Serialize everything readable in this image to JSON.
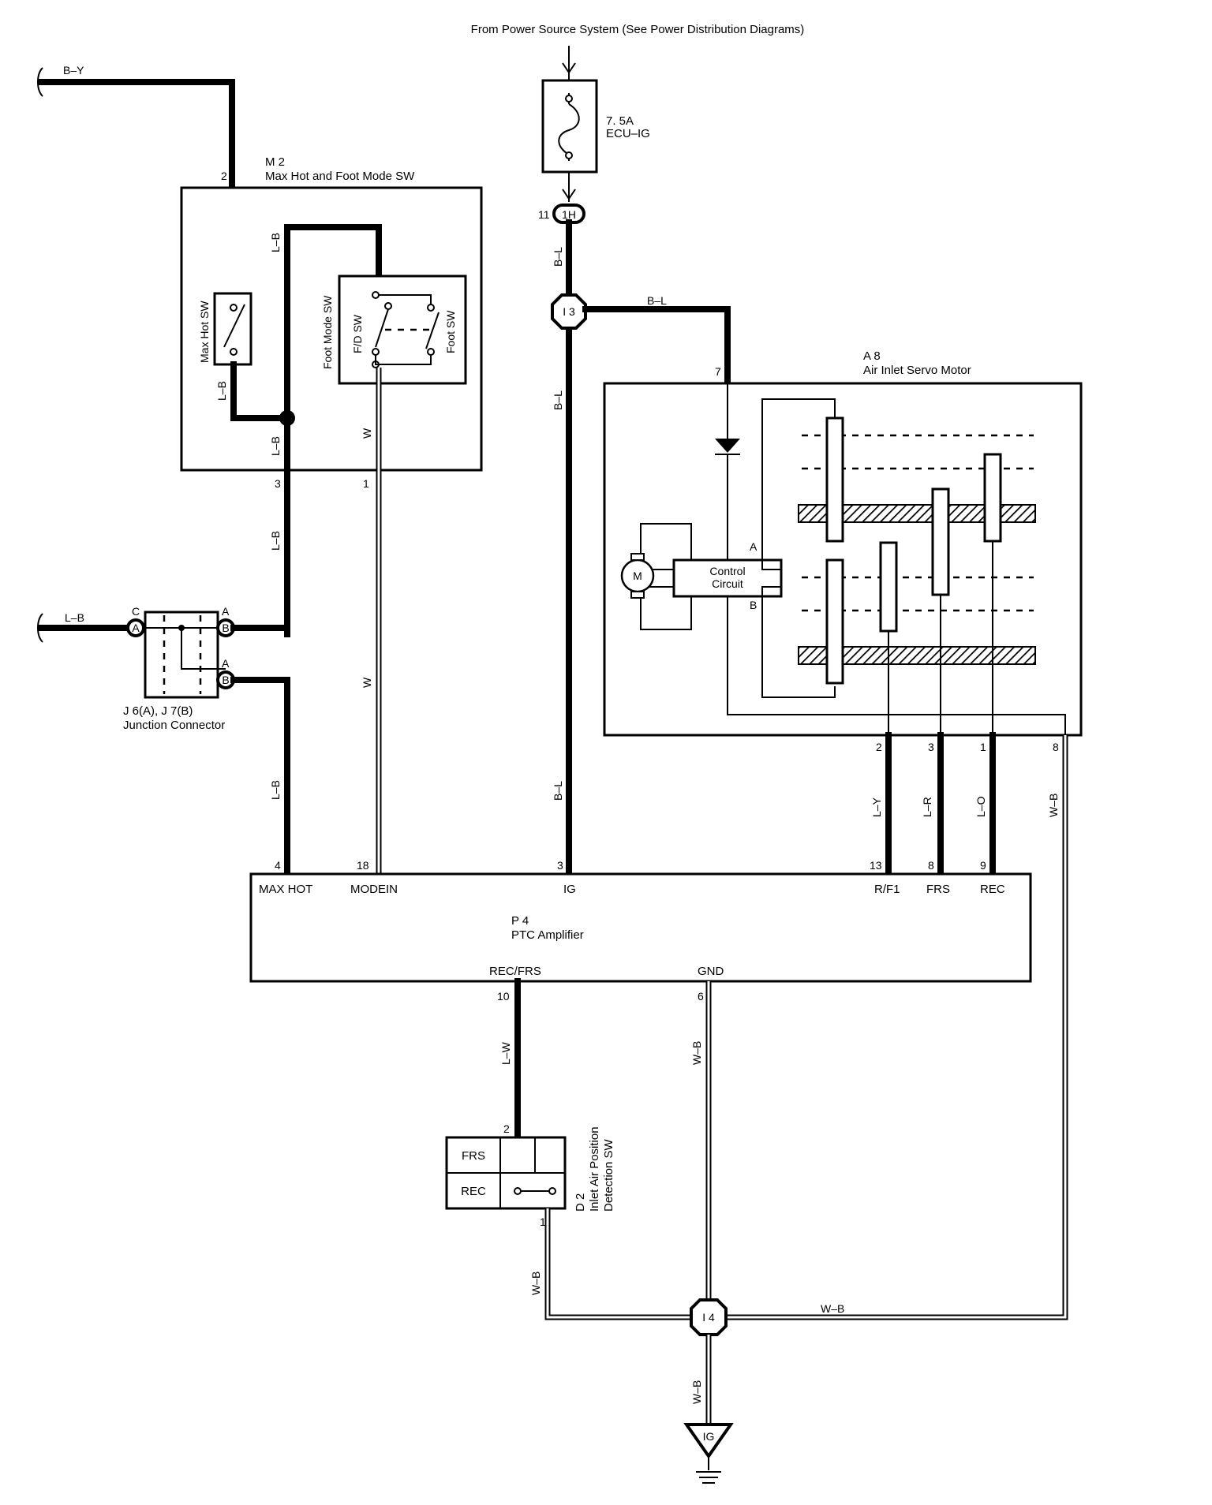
{
  "header": {
    "power_source": "From Power Source System (See Power Distribution Diagrams)"
  },
  "fuse": {
    "rating": "7. 5A",
    "name": "ECU–IG"
  },
  "wires": {
    "b_y": "B–Y",
    "b_l": "B–L",
    "l_b": "L–B",
    "w": "W",
    "l_y": "L–Y",
    "l_r": "L–R",
    "l_o": "L–O",
    "w_b": "W–B",
    "l_w": "L–W"
  },
  "m2": {
    "code": "M 2",
    "name": "Max Hot and Foot Mode SW",
    "max_hot_sw": "Max Hot SW",
    "foot_mode_sw": "Foot Mode SW",
    "fd_sw": "F/D SW",
    "foot_sw": "Foot SW",
    "pins": {
      "p2": "2",
      "p3": "3",
      "p1": "1"
    }
  },
  "connector_1h": {
    "pin": "11",
    "label": "1H"
  },
  "junction_i3": "I 3",
  "junction_i4": "I 4",
  "ground": "IG",
  "a8": {
    "pin_top": "7",
    "code": "A 8",
    "name": "Air Inlet Servo Motor",
    "motor": "M",
    "control_circuit_1": "Control",
    "control_circuit_2": "Circuit",
    "terminal_a": "A",
    "terminal_b": "B",
    "pins": {
      "p2": "2",
      "p3": "3",
      "p1": "1",
      "p8": "8"
    }
  },
  "j6j7": {
    "name_1": "J 6(A), J 7(B)",
    "name_2": "Junction Connector",
    "term_c": "C",
    "term_a": "A",
    "term_b": "B"
  },
  "p4": {
    "code": "P 4",
    "name": "PTC Amplifier",
    "pins": {
      "max_hot": "4",
      "modein": "18",
      "ig": "3",
      "rf1": "13",
      "frs": "8",
      "rec": "9",
      "rec_frs": "10",
      "gnd": "6"
    },
    "labels": {
      "max_hot": "MAX HOT",
      "modein": "MODEIN",
      "ig": "IG",
      "rf1": "R/F1",
      "frs": "FRS",
      "rec": "REC",
      "rec_frs": "REC/FRS",
      "gnd": "GND"
    }
  },
  "d2": {
    "code": "D 2",
    "name_1": "Inlet Air Position",
    "name_2": "Detection SW",
    "frs": "FRS",
    "rec": "REC",
    "pin_top": "2",
    "pin_bottom": "1"
  }
}
